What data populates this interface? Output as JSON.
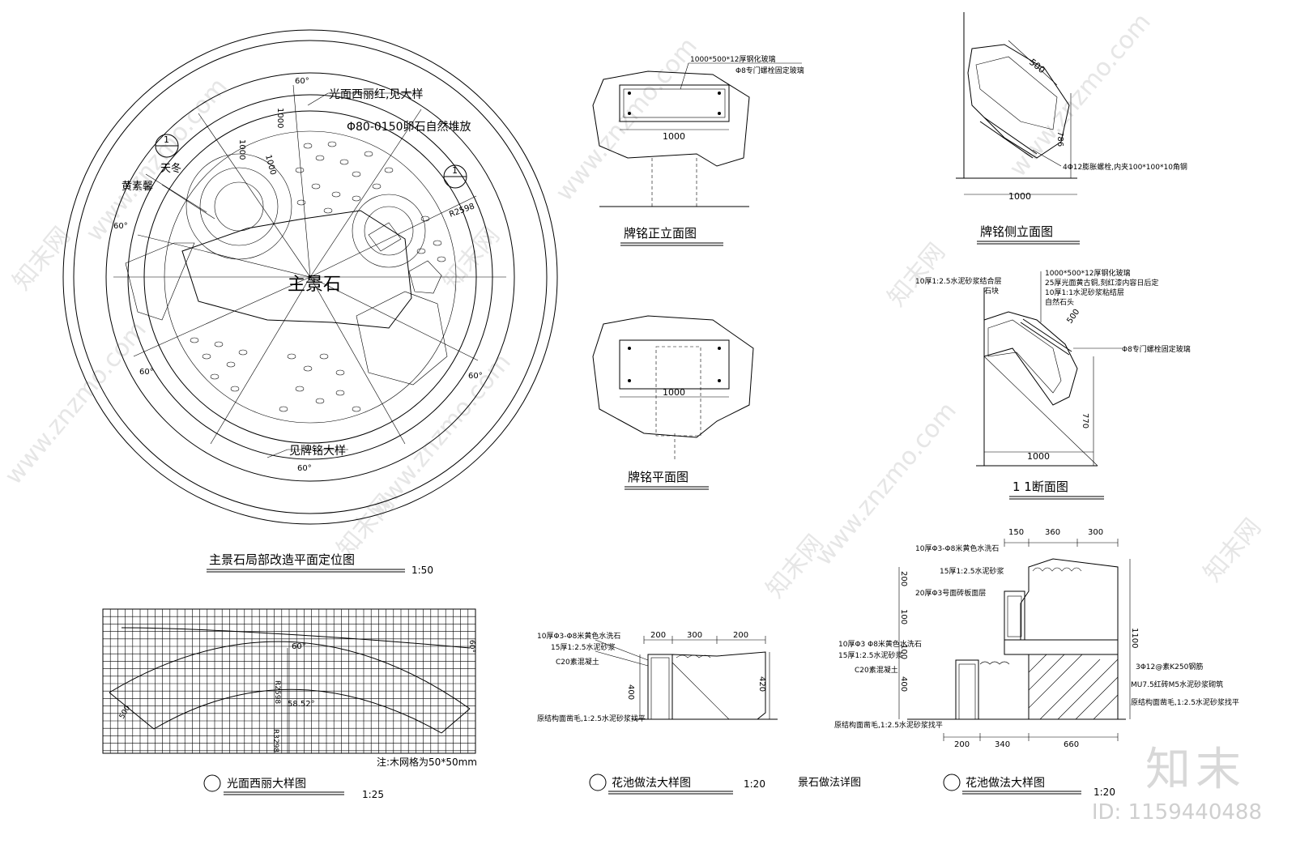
{
  "plan": {
    "title": "主景石局部改造平面定位图",
    "scale": "1:50",
    "main_stone": "主景石",
    "notes": [
      "光面西丽红,见大样",
      "Φ80-0150卵石自然堆放",
      "见牌铭大样",
      "天冬",
      "黄素馨"
    ],
    "angles": [
      "60°",
      "60°",
      "60°",
      "60°",
      "60°"
    ],
    "dims": [
      "1000",
      "1000",
      "1000",
      "R2598"
    ],
    "section_marks": [
      "1",
      "1"
    ]
  },
  "sign_front": {
    "title": "牌铭正立面图",
    "notes": [
      "1000*500*12厚钢化玻璃",
      "Φ8专门螺栓固定玻璃"
    ],
    "dim": "1000"
  },
  "sign_plan": {
    "title": "牌铭平面图",
    "dim": "1000"
  },
  "sign_side": {
    "title": "牌铭侧立面图",
    "dims": [
      "500",
      "786",
      "1000"
    ],
    "note": "4Φ12膨胀螺栓,内夹100*100*10角钢"
  },
  "section11": {
    "title": "1 1断面图",
    "notes": [
      "10厚1:2.5水泥砂浆结合层",
      "石块",
      "1000*500*12厚钢化玻璃",
      "25厚光面黄古铜,刻红漆内容日后定",
      "10厚1:1水泥砂浆粘结层",
      "自然石头",
      "Φ8专门螺栓固定玻璃"
    ],
    "dims": [
      "500",
      "770",
      "1000"
    ]
  },
  "granite_detail": {
    "title": "光面西丽大样图",
    "scale": "1:25",
    "note": "注:木网格为50*50mm",
    "labels": [
      "60°",
      "58.52°",
      "R2598",
      "R3298",
      "60°",
      "500"
    ]
  },
  "flowerbed_small": {
    "title": "花池做法大样图",
    "scale": "1:20",
    "dims_top": [
      "200",
      "300",
      "200"
    ],
    "dims_side": [
      "400",
      "420"
    ],
    "notes": [
      "10厚Φ3-Φ8米黄色水洗石",
      "15厚1:2.5水泥砂浆",
      "C20素混凝土",
      "原结构面凿毛,1:2.5水泥砂浆找平"
    ]
  },
  "rock_detail": {
    "title": "景石做法详图"
  },
  "flowerbed_large": {
    "title": "花池做法大样图",
    "scale": "1:20",
    "dims_top": [
      "150",
      "360",
      "300"
    ],
    "dims_bottom": [
      "200",
      "340",
      "660"
    ],
    "dims_left": [
      "200",
      "100",
      "100",
      "400"
    ],
    "dims_right": [
      "1100"
    ],
    "notes": [
      "10厚Φ3-Φ8米黄色水洗石",
      "15厚1:2.5水泥砂浆",
      "20厚Φ3号面砖板面层",
      "10厚Φ3 Φ8米黄色水洗石",
      "15厚1:2.5水泥砂浆",
      "C20素混凝土",
      "3Φ12@素K250钢筋",
      "MU7.5红砖M5水泥砂浆砌筑",
      "原结构面凿毛,1:2.5水泥砂浆找平",
      "原结构面凿毛,1:2.5水泥砂浆找平"
    ]
  },
  "watermark": {
    "brand": "知末",
    "id": "ID: 1159440488",
    "site": "www.znzmo.com",
    "mark": "知末网"
  }
}
